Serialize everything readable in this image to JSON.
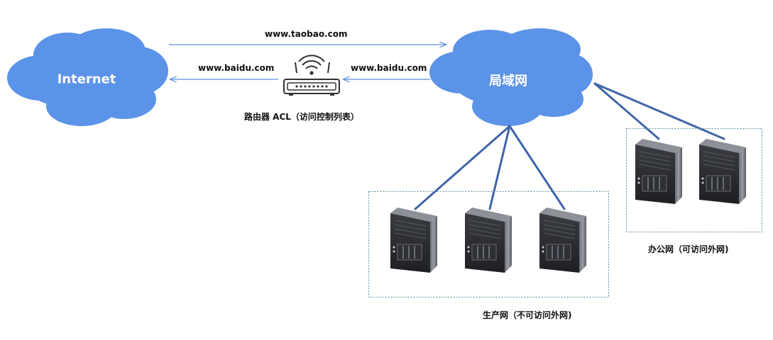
{
  "nodes": {
    "internet": {
      "label": "Internet"
    },
    "lan": {
      "label": "局域网"
    },
    "router": {
      "label": "路由器 ACL（访问控制列表）"
    }
  },
  "edges": {
    "top_arrow_label": "www.taobao.com",
    "left_arrow_label": "www.baidu.com",
    "right_arrow_label": "www.baidu.com"
  },
  "groups": {
    "production": {
      "label": "生产网（不可访问外网)"
    },
    "office": {
      "label": "办公网（可访问外网)"
    }
  },
  "colors": {
    "cloud_fill": "#5b93e8",
    "arrow": "#5b8fd9",
    "link": "#3f65a8",
    "group_border": "#5a8aa0",
    "server_body": "#2b2d31"
  }
}
